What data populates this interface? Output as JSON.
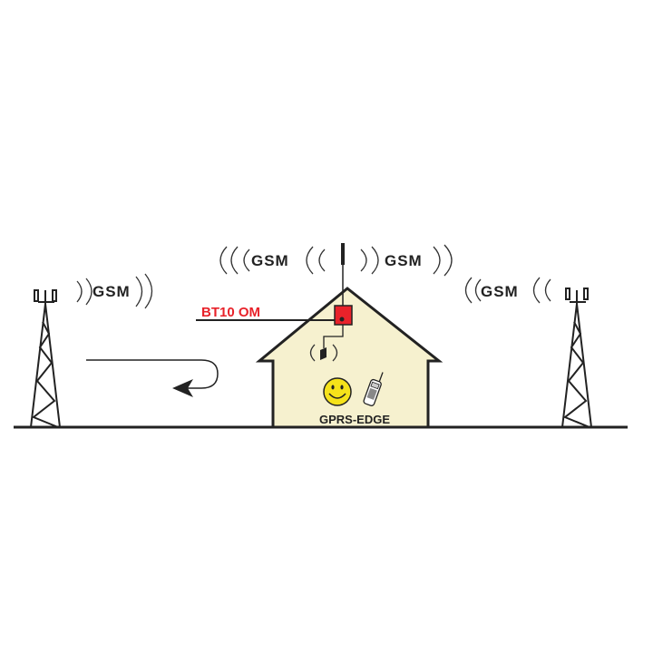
{
  "diagram": {
    "device_label": "BT10 OM",
    "house_label": "GPRS-EDGE",
    "signal_label": "GSM",
    "colors": {
      "device": "#e8222a",
      "house_fill": "#f6f1cf",
      "smiley": "#f5e21a",
      "ink": "#222222"
    },
    "icons": [
      "cell-tower-icon",
      "antenna-icon",
      "repeater-box-icon",
      "indoor-antenna-icon",
      "smiley-icon",
      "mobile-phone-icon",
      "curved-arrow-icon"
    ]
  }
}
